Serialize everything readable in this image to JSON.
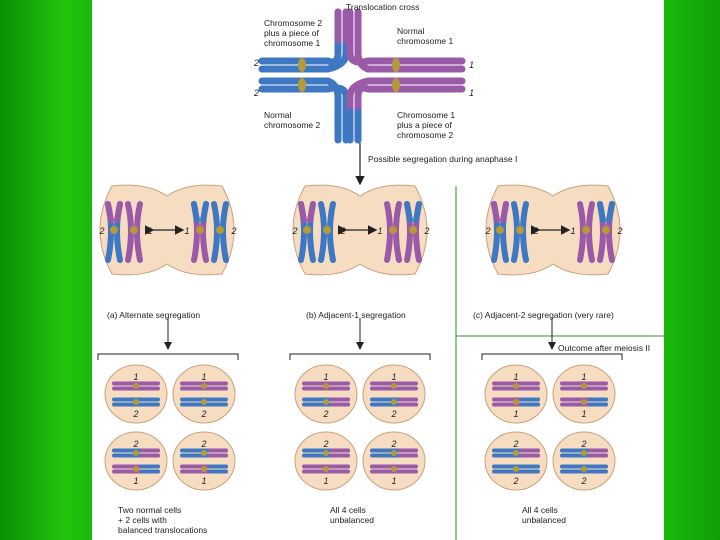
{
  "colors": {
    "background": "#19b90a",
    "purple": "#9b5aa8",
    "blue": "#3f78c2",
    "cell": "#f6dcc0",
    "cell_edge": "#c9a27e",
    "centromere": "#b59a3a"
  },
  "cross": {
    "title": "Translocation cross",
    "tl": "Chromosome 2\nplus a piece of\nchromosome 1",
    "tr": "Normal\nchromosome 1",
    "bl": "Normal\nchromosome 2",
    "br": "Chromosome 1\nplus a piece of\nchromosome 2",
    "num_left_top": "2",
    "num_left_bottom": "2",
    "num_right_top": "1",
    "num_right_bottom": "1"
  },
  "anaphase_label": "Possible segregation during anaphase I",
  "segregations": {
    "a": "(a) Alternate segregation",
    "b": "(b) Adjacent-1 segregation",
    "c": "(c) Adjacent-2 segregation (very rare)"
  },
  "meiosis_label": "Outcome after meiosis II",
  "outcomes": {
    "a": "Two normal cells\n+ 2 cells with\nbalanced translocations",
    "b": "All 4 cells\nunbalanced",
    "c": "All 4 cells\nunbalanced"
  },
  "dividing_labels": {
    "a": [
      "2",
      "1",
      "1",
      "2"
    ],
    "b": [
      "2",
      "2",
      "1",
      "2"
    ],
    "c": [
      "2",
      "2",
      "1",
      "2"
    ]
  },
  "cell_labels": {
    "a": [
      [
        "1",
        "2"
      ],
      [
        "1",
        "2"
      ],
      [
        "2",
        "1"
      ],
      [
        "2",
        "1"
      ]
    ],
    "b": [
      [
        "1",
        "2"
      ],
      [
        "1",
        "2"
      ],
      [
        "2",
        "1"
      ],
      [
        "2",
        "1"
      ]
    ],
    "c": [
      [
        "1",
        "1"
      ],
      [
        "1",
        "1"
      ],
      [
        "2",
        "2"
      ],
      [
        "2",
        "2"
      ]
    ]
  }
}
